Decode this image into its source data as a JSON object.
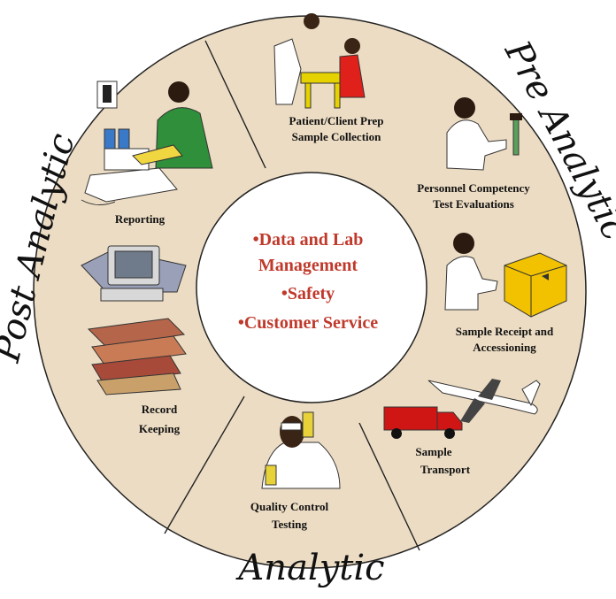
{
  "phases": {
    "pre": "Pre Analytic",
    "post": "Post Analytic",
    "analytic": "Analytic"
  },
  "center": {
    "items": [
      "•Data and Lab",
      "Management",
      "•Safety",
      "•Customer Service"
    ]
  },
  "segments": {
    "patient_prep": [
      "Patient/Client Prep",
      "Sample Collection"
    ],
    "personnel": [
      "Personnel Competency",
      "Test Evaluations"
    ],
    "receipt": [
      "Sample Receipt and",
      "Accessioning"
    ],
    "transport": [
      "Sample",
      "Transport"
    ],
    "quality": [
      "Quality Control",
      "Testing"
    ],
    "record": [
      "Record",
      "Keeping"
    ],
    "reporting": [
      "Reporting"
    ]
  },
  "colors": {
    "ring_fill": "#ecdcc3",
    "ring_stroke": "#222222",
    "center_text": "#c0392b"
  },
  "icons": [
    "clinician-patient-icon",
    "lab-technician-icon",
    "package-handler-icon",
    "airplane-icon",
    "delivery-truck-icon",
    "scientist-pipette-icon",
    "computer-icon",
    "book-stack-icon",
    "phone-fax-icon",
    "nurse-reporting-icon"
  ]
}
